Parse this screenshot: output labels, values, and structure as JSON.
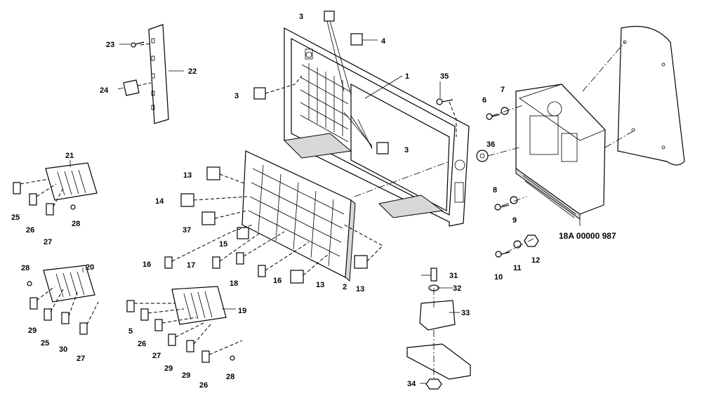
{
  "callouts": {
    "c1": "1",
    "c2": "2",
    "c3a": "3",
    "c3b": "3",
    "c3c": "3",
    "c4": "4",
    "c5": "5",
    "c6": "6",
    "c7": "7",
    "c8": "8",
    "c9": "9",
    "c10": "10",
    "c11": "11",
    "c12": "12",
    "c13a": "13",
    "c13b": "13",
    "c13c": "13",
    "c14": "14",
    "c15": "15",
    "c16a": "16",
    "c16b": "16",
    "c17": "17",
    "c18": "18",
    "c19": "19",
    "c20": "20",
    "c21": "21",
    "c22": "22",
    "c23": "23",
    "c24": "24",
    "c25a": "25",
    "c25b": "25",
    "c26a": "26",
    "c26b": "26",
    "c26c": "26",
    "c27a": "27",
    "c27b": "27",
    "c27c": "27",
    "c28a": "28",
    "c28b": "28",
    "c28c": "28",
    "c29a": "29",
    "c29b": "29",
    "c29c": "29",
    "c30": "30",
    "c31": "31",
    "c32": "32",
    "c33": "33",
    "c34": "34",
    "c35": "35",
    "c36": "36",
    "c37": "37"
  },
  "part_code": "18A 00000 987"
}
